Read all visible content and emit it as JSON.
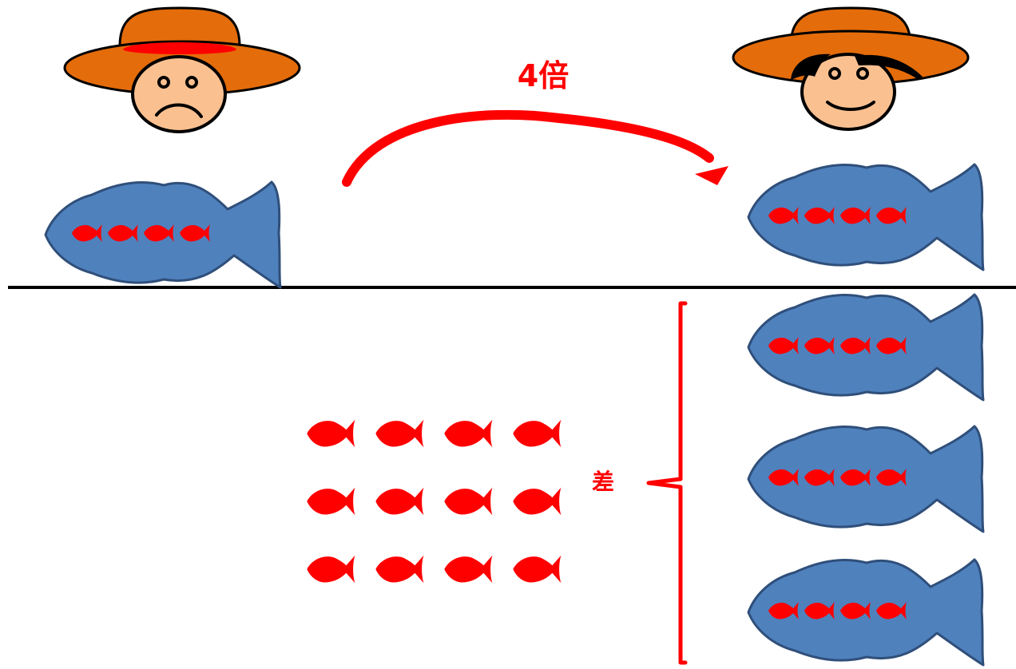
{
  "labels": {
    "multiplier": "4倍",
    "difference": "差"
  },
  "colors": {
    "big_fish": "#4f81bd",
    "big_fish_stroke": "#2f4f7a",
    "small_fish": "#ff0000",
    "hat": "#e46c0a",
    "hat_band": "#ff0000",
    "face": "#fac090",
    "line": "#000000",
    "arrow": "#ff0000",
    "brace": "#ff0000"
  },
  "diagram": {
    "left_fisher": {
      "expression": "sad",
      "big_fish": 1,
      "small_fish_per_big": 4
    },
    "right_fisher": {
      "expression": "happy",
      "big_fish": 4,
      "small_fish_per_big": 4
    },
    "difference_small_fish": {
      "rows": 3,
      "per_row": 4
    }
  },
  "icons": [
    "sad-face-icon",
    "happy-face-icon",
    "hat-icon",
    "big-fish-icon",
    "small-fish-icon",
    "curved-arrow-icon",
    "brace-icon"
  ]
}
